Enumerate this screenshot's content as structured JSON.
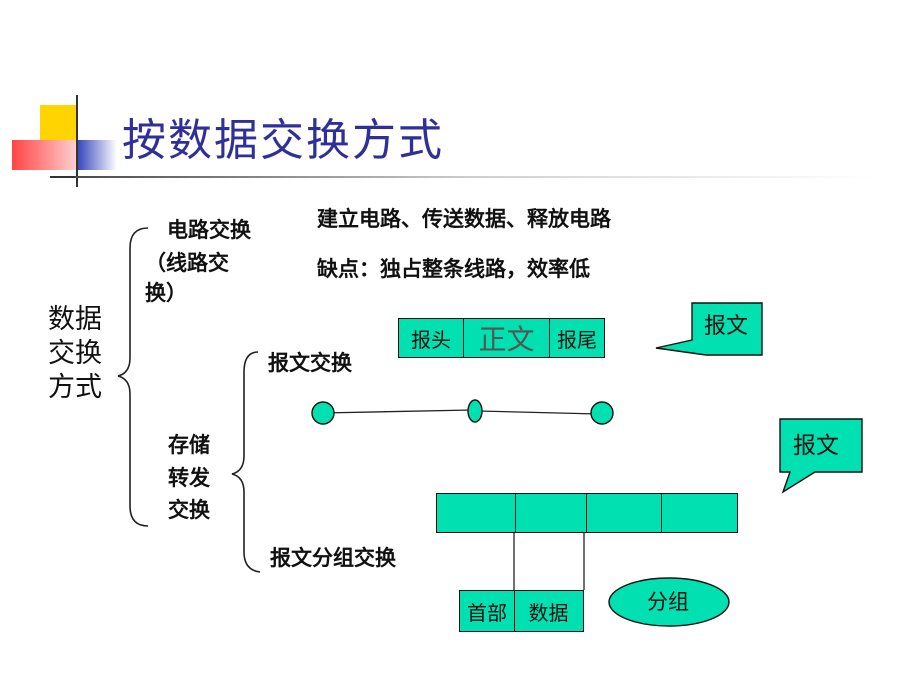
{
  "slide": {
    "title": "按数据交换方式"
  },
  "diagram": {
    "root_label": [
      "数据",
      "交换",
      "方式"
    ],
    "circuit": {
      "label_line1": "电路交换",
      "label_line2": "（线路交",
      "label_line3": "换）",
      "desc": "建立电路、传送数据、释放电路",
      "drawback": "缺点：独占整条线路，效率低"
    },
    "store_forward": {
      "label": [
        "存储",
        "转发",
        "交换"
      ],
      "message": {
        "label": "报文交换",
        "fields": [
          "报头",
          "正文",
          "报尾"
        ],
        "callout": "报文"
      },
      "packet": {
        "label": "报文分组交换",
        "callout": "报文",
        "packet_fields": [
          "首部",
          "数据"
        ],
        "ellipse": "分组"
      }
    }
  },
  "colors": {
    "title": "#2f2f9a",
    "fill": "#00e0b0",
    "accent_yellow": "#ffd400",
    "accent_red": "#ff4444",
    "accent_blue": "#3344bb"
  }
}
